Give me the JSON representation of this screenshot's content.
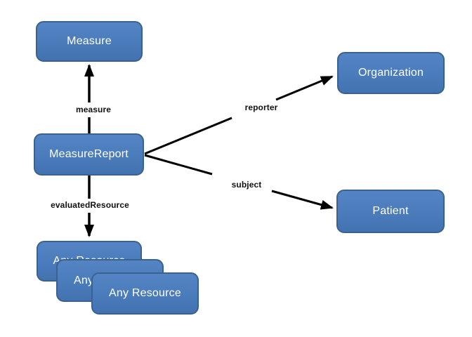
{
  "diagram": {
    "nodes": {
      "measure": {
        "label": "Measure"
      },
      "measure_report": {
        "label": "MeasureReport"
      },
      "organization": {
        "label": "Organization"
      },
      "patient": {
        "label": "Patient"
      },
      "any_resource_back": {
        "label": "Any Resource"
      },
      "any_resource_middle": {
        "label": "Any Resource"
      },
      "any_resource_front": {
        "label": "Any Resource"
      }
    },
    "edges": {
      "measure": {
        "label": "measure"
      },
      "reporter": {
        "label": "reporter"
      },
      "subject": {
        "label": "subject"
      },
      "evaluated_resource": {
        "label": "evaluatedResource"
      }
    },
    "colors": {
      "background": "#FFFFFF",
      "node_fill": "#4A7BBB",
      "node_border": "#39628E",
      "node_text": "#FFFFFF",
      "arrow": "#000000",
      "edge_label_text": "#111111"
    }
  }
}
